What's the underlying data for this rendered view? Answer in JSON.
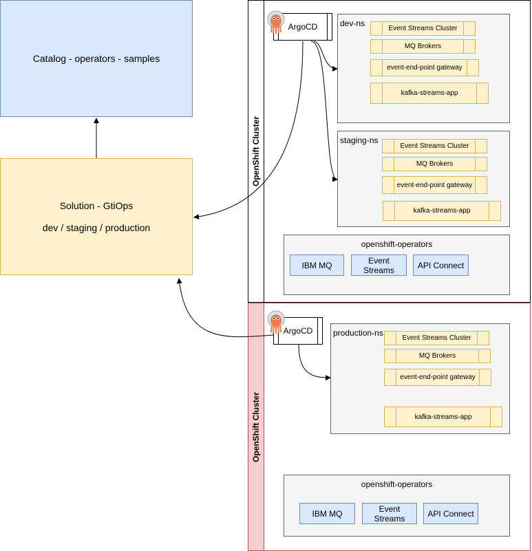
{
  "catalog": {
    "label": "Catalog - operators - samples"
  },
  "solution": {
    "title": "Solution - GtiOps",
    "envs": "dev / staging / production"
  },
  "cluster_top": {
    "label": "OpenShift Cluster",
    "argocd": "ArgoCD",
    "dev_ns": {
      "title": "dev-ns",
      "items": [
        "Event Streams Cluster",
        "MQ Brokers",
        "event-end-point gateway",
        "kafka-streams-app"
      ]
    },
    "staging_ns": {
      "title": "staging-ns",
      "items": [
        "Event Streams Cluster",
        "MQ Brokers",
        "event-end-point gateway",
        "kafka-streams-app"
      ]
    },
    "operators": {
      "title": "openshift-operators",
      "items": [
        "IBM MQ",
        "Event Streams",
        "API Connect"
      ]
    }
  },
  "cluster_bottom": {
    "label": "OpenShift Cluster",
    "argocd": "ArgoCD",
    "production_ns": {
      "title": "production-ns",
      "items": [
        "Event Streams Cluster",
        "MQ Brokers",
        "event-end-point gateway",
        "kafka-streams-app"
      ]
    },
    "operators": {
      "title": "openshift-operators",
      "items": [
        "IBM MQ",
        "Event Streams",
        "API Connect"
      ]
    }
  },
  "colors": {
    "blue_fill": "#dae8fc",
    "blue_stroke": "#6c8ebf",
    "yellow_fill": "#fff2cc",
    "yellow_stroke": "#d6b656",
    "red_fill": "#f8cecc",
    "red_stroke": "#b85450",
    "gray_fill": "#f5f5f5",
    "gray_stroke": "#666666",
    "argo_orange": "#ef7b4d"
  },
  "icons": {
    "argocd": "argocd-octopus-icon"
  }
}
